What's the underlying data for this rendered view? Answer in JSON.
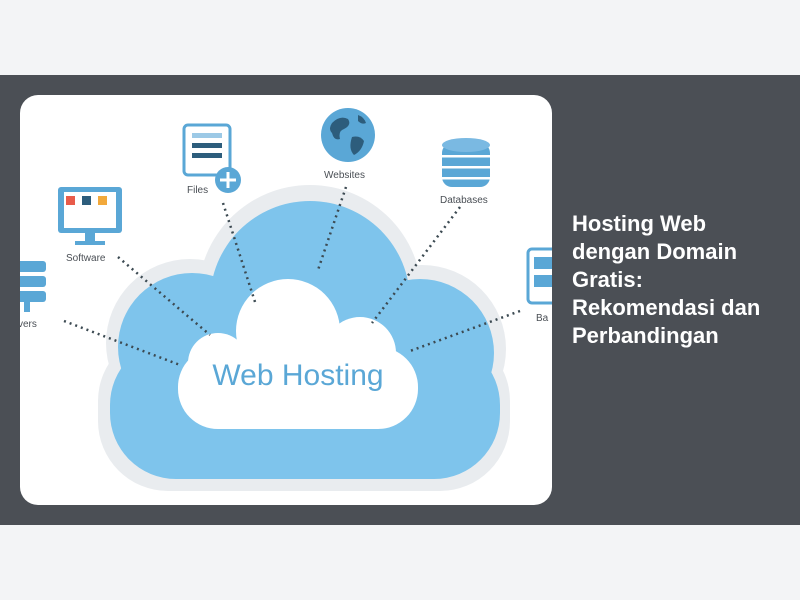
{
  "article": {
    "title": "Hosting Web dengan Domain Gratis: Rekomendasi dan Perbandingan"
  },
  "illustration": {
    "center_label": "Web Hosting",
    "labels": {
      "files": "Files",
      "websites": "Websites",
      "databases": "Databases",
      "software": "Software",
      "servers": "vers",
      "backup": "Ba"
    }
  },
  "colors": {
    "page_background": "#f3f4f6",
    "band_background": "#4b4f55",
    "cloud_blue": "#7ec4ec",
    "icon_blue": "#5aa7d6",
    "heading_text": "#ffffff"
  }
}
